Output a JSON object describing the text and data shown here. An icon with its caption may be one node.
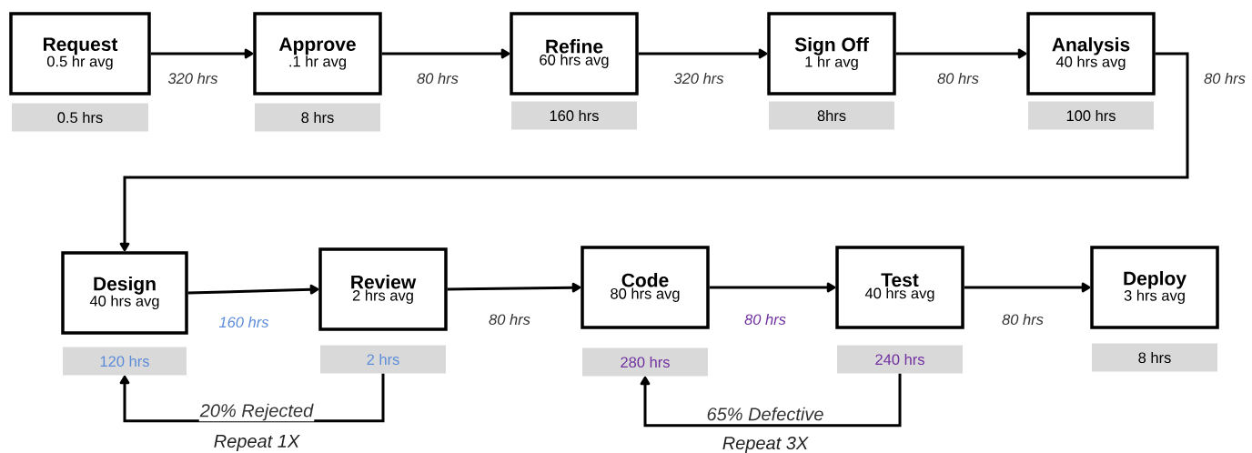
{
  "diagram": {
    "nodes": [
      {
        "text": [
          "Request",
          "0.5 hr avg"
        ]
      },
      {
        "text": [
          "Approve",
          ".1 hr avg"
        ]
      },
      {
        "text": [
          "Refine",
          "60 hrs avg"
        ]
      },
      {
        "text": [
          "Sign Off",
          "1 hr avg"
        ]
      },
      {
        "text": [
          "Analysis",
          "40 hrs avg"
        ]
      },
      {
        "text": [
          "Design",
          "40 hrs avg"
        ]
      },
      {
        "text": [
          "Review",
          "2 hrs avg"
        ]
      },
      {
        "text": [
          "Code",
          "80 hrs avg"
        ]
      },
      {
        "text": [
          "Test",
          "40 hrs avg"
        ]
      },
      {
        "text": [
          "Deploy",
          "3 hrs avg"
        ]
      },
      {
        "text": [
          "0.5 hrs"
        ]
      },
      {
        "text": [
          "8 hrs"
        ]
      },
      {
        "text": [
          "160 hrs"
        ]
      },
      {
        "text": [
          "8hrs"
        ]
      },
      {
        "text": [
          "100 hrs"
        ]
      },
      {
        "text": [
          "120 hrs"
        ]
      },
      {
        "text": [
          "2 hrs"
        ]
      },
      {
        "text": [
          "280 hrs"
        ]
      },
      {
        "text": [
          "240 hrs"
        ]
      },
      {
        "text": [
          "8 hrs"
        ]
      }
    ],
    "edges": [
      {
        "from": 0,
        "to": 1,
        "arrow": "to",
        "label": "320 hrs"
      },
      {
        "from": 1,
        "to": 2,
        "arrow": "to",
        "label": "80 hrs"
      },
      {
        "from": 2,
        "to": 3,
        "arrow": "to",
        "label": "320 hrs"
      },
      {
        "from": 3,
        "to": 4,
        "arrow": "to",
        "label": "80 hrs"
      },
      {
        "from": 4,
        "to": 5,
        "arrow": "to",
        "label": "80 hrs"
      },
      {
        "from": 5,
        "to": 6,
        "arrow": "to",
        "label": "160 hrs"
      },
      {
        "from": 6,
        "to": 7,
        "arrow": "to",
        "label": "80 hrs"
      },
      {
        "from": 7,
        "to": 8,
        "arrow": "to",
        "label": "80 hrs"
      },
      {
        "from": 8,
        "to": 9,
        "arrow": "to",
        "label": "80 hrs"
      },
      {
        "from": 16,
        "to": 15,
        "arrow": "to",
        "label": "20% Rejected"
      },
      {
        "from": 18,
        "to": 17,
        "arrow": "to",
        "label": "65% Defective"
      }
    ],
    "labels": [
      "Repeat 1X",
      "Repeat 3X"
    ]
  }
}
